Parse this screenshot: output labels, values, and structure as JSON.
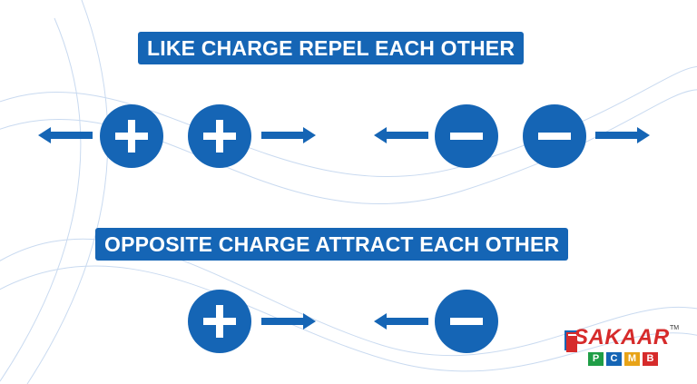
{
  "headings": {
    "like": "LIKE CHARGE REPEL EACH OTHER",
    "opposite": "OPPOSITE CHARGE ATTRACT EACH OTHER"
  },
  "diagram": {
    "like_rows": [
      {
        "pair": "positive-positive",
        "left_charge": "positive",
        "right_charge": "positive",
        "arrows": "outward"
      },
      {
        "pair": "negative-negative",
        "left_charge": "negative",
        "right_charge": "negative",
        "arrows": "outward"
      }
    ],
    "opposite_row": {
      "left_charge": "positive",
      "right_charge": "negative",
      "arrows": "inward"
    }
  },
  "logo": {
    "name": "SAKAAR",
    "tm": "TM",
    "letters": [
      "P",
      "C",
      "M",
      "B"
    ],
    "letter_colors": [
      "#1f9e46",
      "#1565b5",
      "#e8a317",
      "#d62b2b"
    ]
  },
  "colors": {
    "primary_blue": "#1565b5",
    "white": "#ffffff",
    "logo_red": "#d62b2b"
  }
}
